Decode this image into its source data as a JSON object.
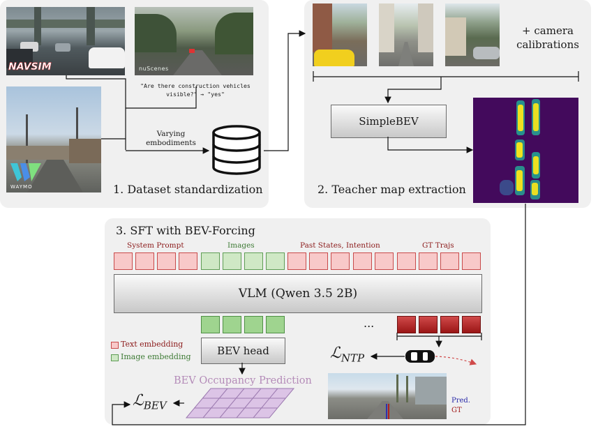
{
  "panel1": {
    "title": "1. Dataset standardization",
    "quote": "\"Are there construction vehicles visible?\" → \"yes\"",
    "arrow_label_line1": "Varying",
    "arrow_label_line2": "embodiments",
    "logos": {
      "navsim": "NAVSIM",
      "nuscenes": "nuScenes",
      "waymo": "WAYMO"
    }
  },
  "panel2": {
    "title": "2. Teacher map extraction",
    "camera_calib_line1": "+ camera",
    "camera_calib_line2": "calibrations",
    "simplebev_label": "SimpleBEV"
  },
  "panel3": {
    "title": "3. SFT with BEV-Forcing",
    "groups": {
      "system_prompt": "System Prompt",
      "images": "Images",
      "past_states": "Past States, Intention",
      "gt_trajs": "GT Trajs"
    },
    "vlm_label": "VLM (Qwen 3.5 2B)",
    "ellipsis": "...",
    "legend": {
      "text": "Text embedding",
      "image": "Image embedding"
    },
    "bev_head_label": "BEV head",
    "bev_occupancy": "BEV Occupancy Prediction",
    "loss_ntp_main": "ℒ",
    "loss_ntp_sub": "NTP",
    "loss_bev_main": "ℒ",
    "loss_bev_sub": "BEV",
    "pred_label": "Pred.",
    "gt_label": "GT"
  },
  "colors": {
    "text_red": "#8b1a1a",
    "image_green": "#3d7a34",
    "occupancy_purple": "#b48bb8",
    "pred_blue": "#2a2aa8",
    "gt_red": "#a01818"
  }
}
